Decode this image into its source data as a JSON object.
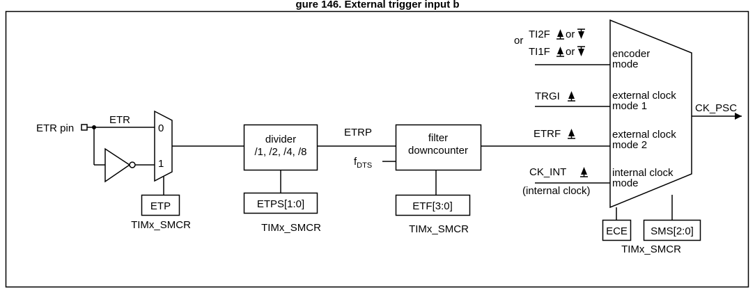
{
  "figure_title_partial": "gure 146. External trigger input b",
  "etr_input": {
    "label": "ETR pin",
    "signal": "ETR"
  },
  "input_mux": {
    "input0": "0",
    "input1": "1"
  },
  "registers": {
    "etp": "ETP",
    "etps": "ETPS[1:0]",
    "etf": "ETF[3:0]",
    "ece": "ECE",
    "sms": "SMS[2:0]",
    "smcr": "TIMx_SMCR"
  },
  "divider": {
    "line1": "divider",
    "line2": "/1, /2, /4, /8"
  },
  "etrp_label": "ETRP",
  "fdts": {
    "main": "f",
    "sub": "DTS"
  },
  "filter": {
    "line1": "filter",
    "line2": "downcounter"
  },
  "encoder_sources": {
    "or": "or",
    "ti2f": "TI2F",
    "ti1f": "TI1F",
    "or_suffix": "or"
  },
  "clock_mux_inputs": [
    {
      "line1": "encoder",
      "line2": "mode"
    },
    {
      "line1": "external clock",
      "line2": "mode 1"
    },
    {
      "line1": "external clock",
      "line2": "mode 2"
    },
    {
      "line1": "internal clock",
      "line2": "mode"
    }
  ],
  "signals": {
    "trgi": "TRGI",
    "etrf": "ETRF",
    "ck_int": "CK_INT",
    "internal_clock_note": "(internal clock)",
    "ck_psc": "CK_PSC"
  }
}
